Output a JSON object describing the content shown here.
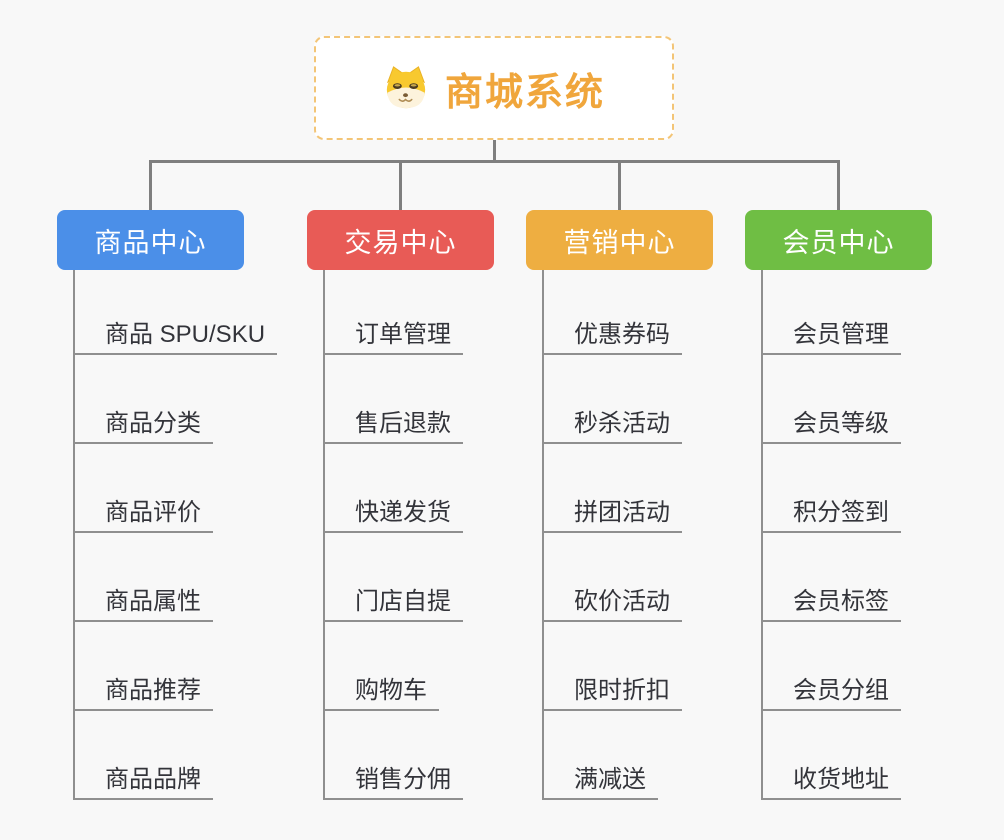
{
  "root": {
    "title": "商城系统",
    "icon": "shiba-dog-icon",
    "text_color": "#f0a63c",
    "border_color": "#f3c577",
    "background": "#ffffff"
  },
  "connector_color": "#7f7f7f",
  "leaf_line_color": "#8f8f8f",
  "page_background": "#f8f8f8",
  "branches": [
    {
      "label": "商品中心",
      "color": "#4b8fe8",
      "children": [
        "商品 SPU/SKU",
        "商品分类",
        "商品评价",
        "商品属性",
        "商品推荐",
        "商品品牌"
      ]
    },
    {
      "label": "交易中心",
      "color": "#e85b56",
      "children": [
        "订单管理",
        "售后退款",
        "快递发货",
        "门店自提",
        "购物车",
        "销售分佣"
      ]
    },
    {
      "label": "营销中心",
      "color": "#eeae41",
      "children": [
        "优惠券码",
        "秒杀活动",
        "拼团活动",
        "砍价活动",
        "限时折扣",
        "满减送"
      ]
    },
    {
      "label": "会员中心",
      "color": "#6fbe44",
      "children": [
        "会员管理",
        "会员等级",
        "积分签到",
        "会员标签",
        "会员分组",
        "收货地址"
      ]
    }
  ]
}
